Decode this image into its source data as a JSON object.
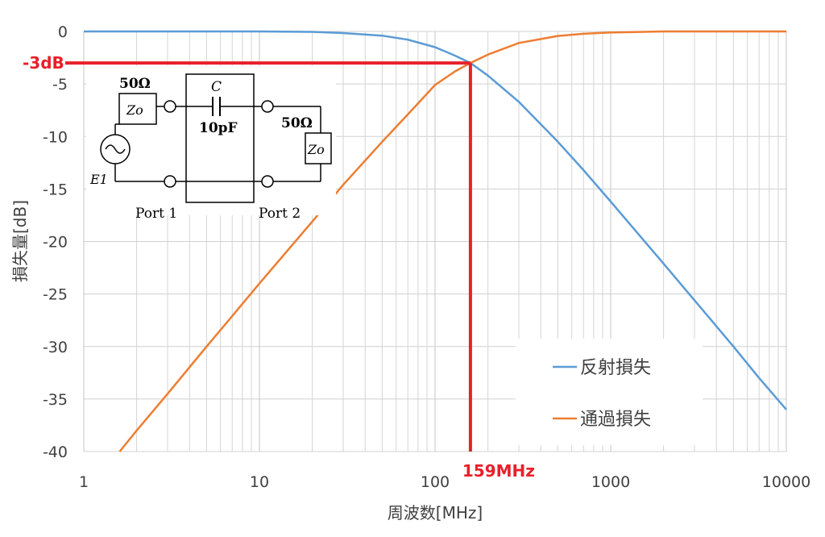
{
  "chart_data": {
    "type": "line",
    "xlabel": "周波数[MHz]",
    "ylabel": "損失量[dB]",
    "x_scale": "log",
    "xlim": [
      1,
      10000
    ],
    "ylim": [
      -40,
      0
    ],
    "x_ticks": [
      "1",
      "10",
      "100",
      "1000",
      "10000"
    ],
    "y_ticks": [
      "0",
      "-5",
      "-10",
      "-15",
      "-20",
      "-25",
      "-30",
      "-35",
      "-40"
    ],
    "grid": true,
    "legend_position": "bottom-right",
    "series": [
      {
        "name": "反射損失",
        "color": "#5b9bd5",
        "x": [
          1,
          5,
          10,
          20,
          30,
          50,
          70,
          100,
          130,
          159,
          200,
          300,
          500,
          700,
          1000,
          2000,
          3000,
          5000,
          7000,
          10000
        ],
        "y": [
          0,
          0,
          0,
          -0.04,
          -0.15,
          -0.4,
          -0.78,
          -1.5,
          -2.3,
          -3.0,
          -4.2,
          -6.7,
          -10.5,
          -13.2,
          -16.2,
          -22.1,
          -25.6,
          -30.0,
          -33.0,
          -36.0
        ]
      },
      {
        "name": "通過損失",
        "color": "#ed7d31",
        "x": [
          1.6,
          2,
          3,
          5,
          7,
          10,
          20,
          30,
          50,
          70,
          100,
          130,
          159,
          200,
          300,
          500,
          700,
          1000,
          2000,
          10000
        ],
        "y": [
          -40,
          -38,
          -34.5,
          -30,
          -27.1,
          -24.0,
          -18.1,
          -14.6,
          -10.5,
          -7.9,
          -5.1,
          -3.8,
          -3.0,
          -2.2,
          -1.1,
          -0.43,
          -0.22,
          -0.1,
          0,
          0
        ]
      }
    ],
    "annotations": {
      "db_label": "-3dB",
      "db_value": -3,
      "freq_label": "159MHz",
      "freq_value": 159,
      "color": "#e8202a"
    },
    "circuit": {
      "source_impedance": "50Ω",
      "load_impedance": "50Ω",
      "source_z": "Zo",
      "load_z": "Zo",
      "capacitor_name": "C",
      "capacitor_value": "10pF",
      "source_name": "E1",
      "port1": "Port 1",
      "port2": "Port 2"
    }
  }
}
